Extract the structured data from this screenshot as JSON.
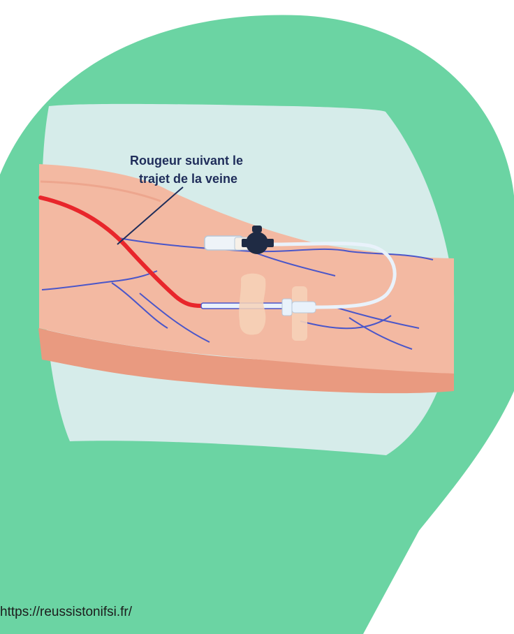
{
  "colors": {
    "pin": "#6bd4a3",
    "background": "#ffffff",
    "panel": "#d6ecea",
    "skin": "#f3b9a2",
    "skin_shadow": "#e99a80",
    "vein": "#4a56c9",
    "inflamed_vein": "#e8262b",
    "label": "#1f2d5a",
    "valve": "#1f2b44",
    "tubing": "#e9f2fb",
    "dressing": "#f6d2b8"
  },
  "annotation": {
    "line1": "Rougeur suivant le",
    "line2": "trajet de la veine"
  },
  "source": "https://reussistonifsi.fr/"
}
